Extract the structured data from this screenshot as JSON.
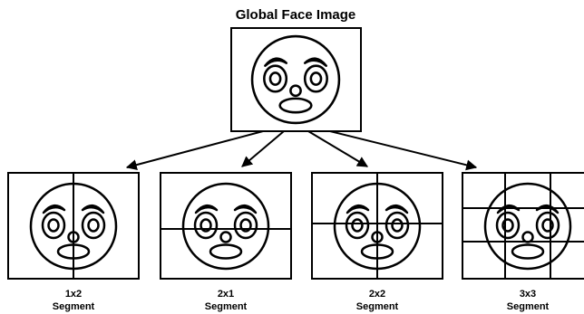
{
  "title": "Global Face Image",
  "segments": [
    {
      "grid": "1x2",
      "label_line1": "1x2",
      "label_line2": "Segment"
    },
    {
      "grid": "2x1",
      "label_line1": "2x1",
      "label_line2": "Segment"
    },
    {
      "grid": "2x2",
      "label_line1": "2x2",
      "label_line2": "Segment"
    },
    {
      "grid": "3x3",
      "label_line1": "3x3",
      "label_line2": "Segment"
    }
  ],
  "colors": {
    "stroke": "#000000",
    "background": "#ffffff"
  }
}
